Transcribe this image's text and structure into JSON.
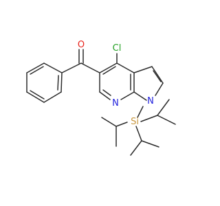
{
  "molecule": {
    "atoms": {
      "oxygen": {
        "symbol": "O",
        "color": "#e8221a"
      },
      "chlorine": {
        "symbol": "Cl",
        "color": "#22a022"
      },
      "pyridine_nitrogen": {
        "symbol": "N",
        "color": "#2222dd"
      },
      "pyrrole_nitrogen": {
        "symbol": "N",
        "color": "#2222dd"
      },
      "silicon": {
        "symbol": "Si",
        "color": "#c8963c"
      }
    },
    "bond_color": "#2b2b2b"
  }
}
